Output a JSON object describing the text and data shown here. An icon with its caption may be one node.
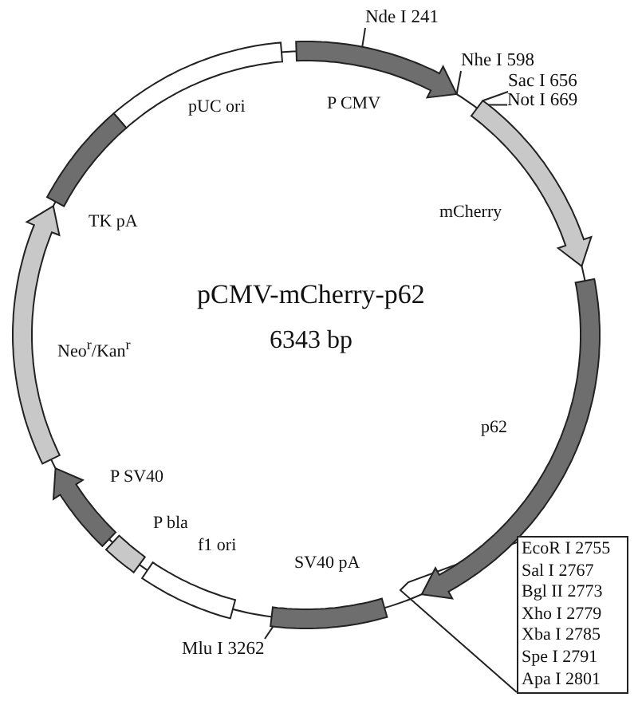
{
  "diagram": {
    "title": "pCMV-mCherry-p62",
    "nodes": [
      {
        "text": [
          "pUC ori"
        ]
      },
      {
        "text": [
          "P CMV"
        ]
      },
      {
        "text": [
          "mCherry"
        ]
      },
      {
        "text": [
          "p62"
        ]
      },
      {
        "text": [
          "SV40 pA"
        ]
      },
      {
        "text": [
          "f1 ori"
        ]
      },
      {
        "text": [
          "P bla"
        ]
      },
      {
        "text": [
          "P SV40"
        ]
      },
      {
        "text": [
          "Neo$^{r}$/Kan$^{r}$"
        ]
      },
      {
        "text": [
          "TK pA"
        ]
      },
      {
        "text": [
          "Nde I 241"
        ]
      },
      {
        "text": [
          "Nhe I 598"
        ]
      },
      {
        "text": [
          "Sac I 656"
        ]
      },
      {
        "text": [
          "Not I 669"
        ]
      },
      {
        "text": [
          "Mlu I 3262"
        ]
      },
      {
        "text": [
          "EcoR I 2755",
          "Sal I 2767",
          "Bgl II 2773",
          "Xho I 2779",
          "Xba I 2785",
          "Spe I 2791",
          "Apa I 2801"
        ]
      }
    ],
    "edges": [
      {
        "from": 10,
        "to": 1,
        "arrow": "none"
      },
      {
        "from": 11,
        "to": 1,
        "arrow": "none"
      },
      {
        "from": 12,
        "to": 2,
        "arrow": "none"
      },
      {
        "from": 13,
        "to": 2,
        "arrow": "none"
      },
      {
        "from": 14,
        "to": 4,
        "arrow": "none"
      },
      {
        "from": 15,
        "to": null,
        "arrow": "none"
      }
    ],
    "labels": [
      "6343 bp"
    ]
  }
}
